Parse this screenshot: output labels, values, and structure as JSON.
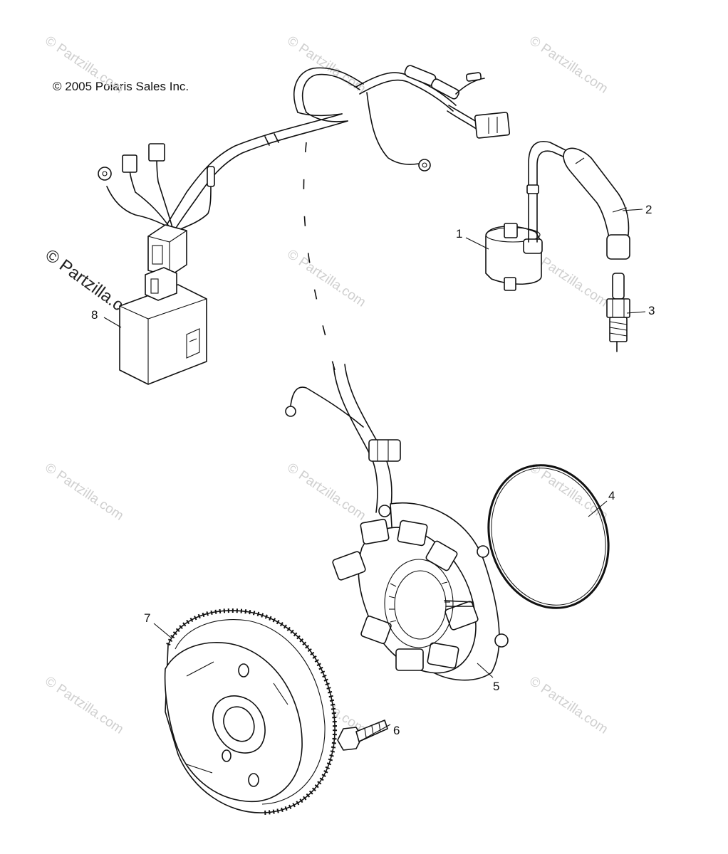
{
  "copyright": "© 2005 Polaris Sales Inc.",
  "watermark": {
    "text": "© Partzilla.com",
    "prominent_text": "© Partzilla.com",
    "color": "#cfcfcf"
  },
  "callouts": {
    "part_1": "1",
    "part_2": "2",
    "part_3": "3",
    "part_4": "4",
    "part_5": "5",
    "part_6": "6",
    "part_7": "7",
    "part_8": "8"
  },
  "icons": {
    "ignition_coil": "ignition-coil-icon",
    "spark_plug_cap": "spark-plug-cap-icon",
    "spark_plug": "spark-plug-icon",
    "o_ring": "o-ring-icon",
    "stator": "stator-icon",
    "bolt": "bolt-icon",
    "flywheel": "flywheel-icon",
    "cdi_box": "cdi-box-icon",
    "wiring_harness": "wiring-harness-icon"
  }
}
